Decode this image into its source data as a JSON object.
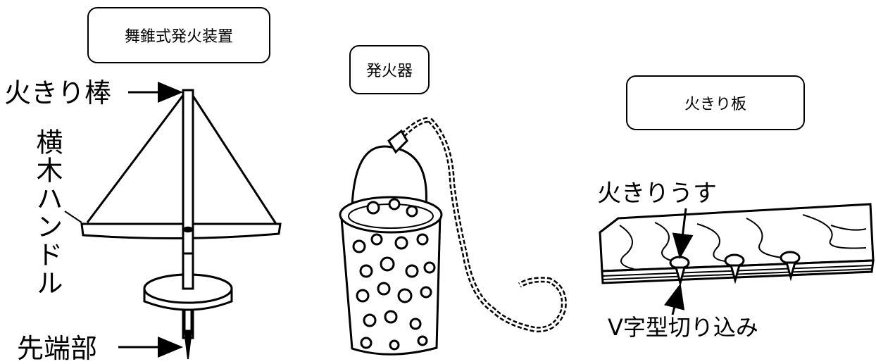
{
  "titles": {
    "drill_device": "舞錐式発火装置",
    "igniter": "発火器",
    "fire_board": "火きり板"
  },
  "labels": {
    "fire_stick": "火きり棒",
    "crossbar_handle": "横木ハンドル",
    "tip": "先端部",
    "fire_socket": "火きりうす",
    "v_notch": "V字型切り込み"
  }
}
